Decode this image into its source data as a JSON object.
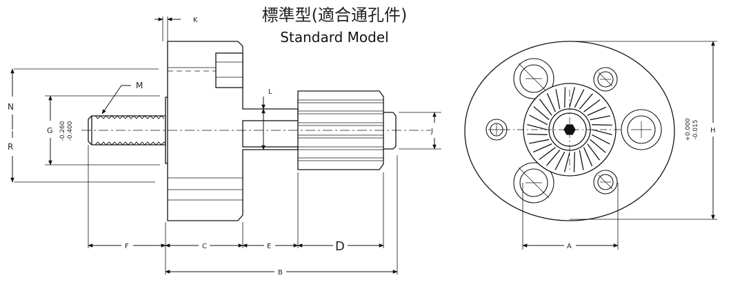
{
  "title_cn": "標準型(適合通孔件)",
  "title_en": "Standard Model",
  "dims": {
    "K": "K",
    "L": "L",
    "M": "M",
    "N": "N",
    "R": "R",
    "G": "G",
    "J": "J",
    "H": "H",
    "F": "F",
    "C": "C",
    "E": "E",
    "D": "D",
    "B": "B",
    "A": "A"
  },
  "tolerances": {
    "g_upper": "-0.260",
    "g_lower": "-0.400",
    "h_upper": "+0.000",
    "h_lower": "-0.015"
  }
}
